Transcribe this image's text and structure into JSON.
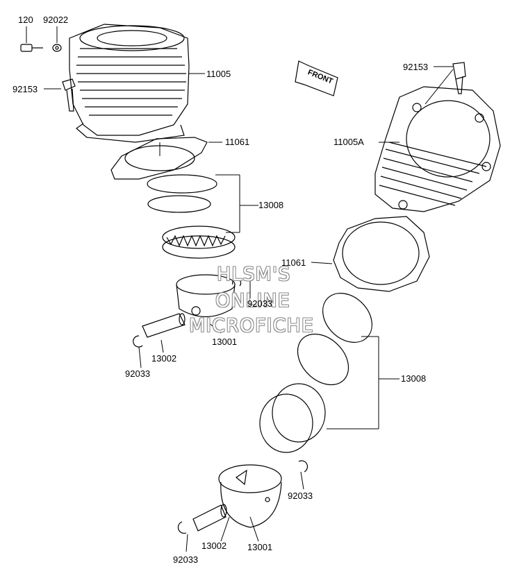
{
  "labels": {
    "p120": "120",
    "p92022": "92022",
    "p92153_left": "92153",
    "p11005": "11005",
    "p11061_top": "11061",
    "p13008_top": "13008",
    "p92033_mid": "92033",
    "p13001_top": "13001",
    "p13002_top": "13002",
    "p92033_left": "92033",
    "p92153_right": "92153",
    "p11005A": "11005A",
    "p11061_right": "11061",
    "p13008_bottom": "13008",
    "p92033_right": "92033",
    "p13002_bottom": "13002",
    "p13001_bottom": "13001",
    "p92033_bottom": "92033"
  },
  "front_arrow": "FRONT",
  "watermark": {
    "line1": "HLSM'S",
    "line2": "ONLINE",
    "line3": "MICROFICHE"
  }
}
